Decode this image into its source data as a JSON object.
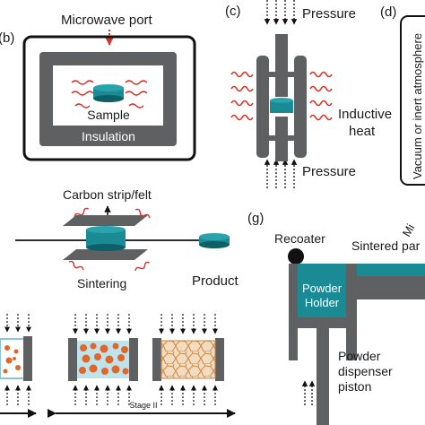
{
  "colors": {
    "dark_gray": "#5f6062",
    "mid_gray": "#8c8d8f",
    "teal": "#1a8a94",
    "teal_dark": "#0f5f66",
    "red": "#d8312a",
    "orange": "#e0662a",
    "cell_fill": "#f4dcc0",
    "cell_line": "#c98a4a",
    "light_blue": "#bfe3ea",
    "black": "#111111"
  },
  "panel_b": {
    "label": "(b)",
    "microwave_port": "Microwave port",
    "sample": "Sample",
    "insulation": "Insulation"
  },
  "panel_c": {
    "label": "(c)",
    "pressure_top": "Pressure",
    "pressure_bottom": "Pressure",
    "inductive_heat_1": "Inductive",
    "inductive_heat_2": "heat"
  },
  "panel_d": {
    "label": "(d)",
    "vacuum_text": "Vacuum or inert atmosphere"
  },
  "panel_e": {
    "carbon_strip": "Carbon strip/felt",
    "sintering": "Sintering",
    "product": "Product"
  },
  "panel_f": {
    "stage": "Stage II"
  },
  "panel_g": {
    "label": "(g)",
    "recoater": "Recoater",
    "sintered_part": "Sintered par",
    "powder_holder_1": "Powder",
    "powder_holder_2": "Holder",
    "dispenser_1": "Powder",
    "dispenser_2": "dispenser",
    "dispenser_3": "piston",
    "mi": "Mi"
  }
}
